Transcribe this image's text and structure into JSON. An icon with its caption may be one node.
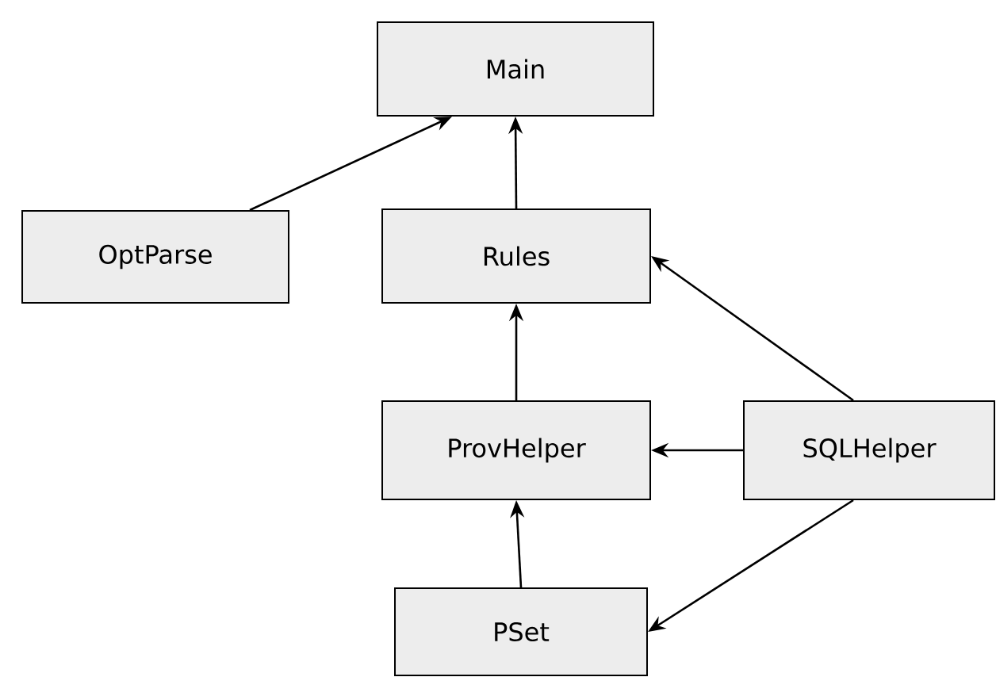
{
  "diagram": {
    "nodes": [
      {
        "text": [
          "Main"
        ]
      },
      {
        "text": [
          "OptParse"
        ]
      },
      {
        "text": [
          "Rules"
        ]
      },
      {
        "text": [
          "ProvHelper"
        ]
      },
      {
        "text": [
          "SQLHelper"
        ]
      },
      {
        "text": [
          "PSet"
        ]
      }
    ],
    "edges": [
      {
        "from": 1,
        "to": 0,
        "arrow": "to"
      },
      {
        "from": 2,
        "to": 0,
        "arrow": "to"
      },
      {
        "from": 3,
        "to": 2,
        "arrow": "to"
      },
      {
        "from": 4,
        "to": 2,
        "arrow": "to"
      },
      {
        "from": 4,
        "to": 3,
        "arrow": "to"
      },
      {
        "from": 5,
        "to": 3,
        "arrow": "to"
      },
      {
        "from": 4,
        "to": 5,
        "arrow": "to"
      }
    ]
  }
}
